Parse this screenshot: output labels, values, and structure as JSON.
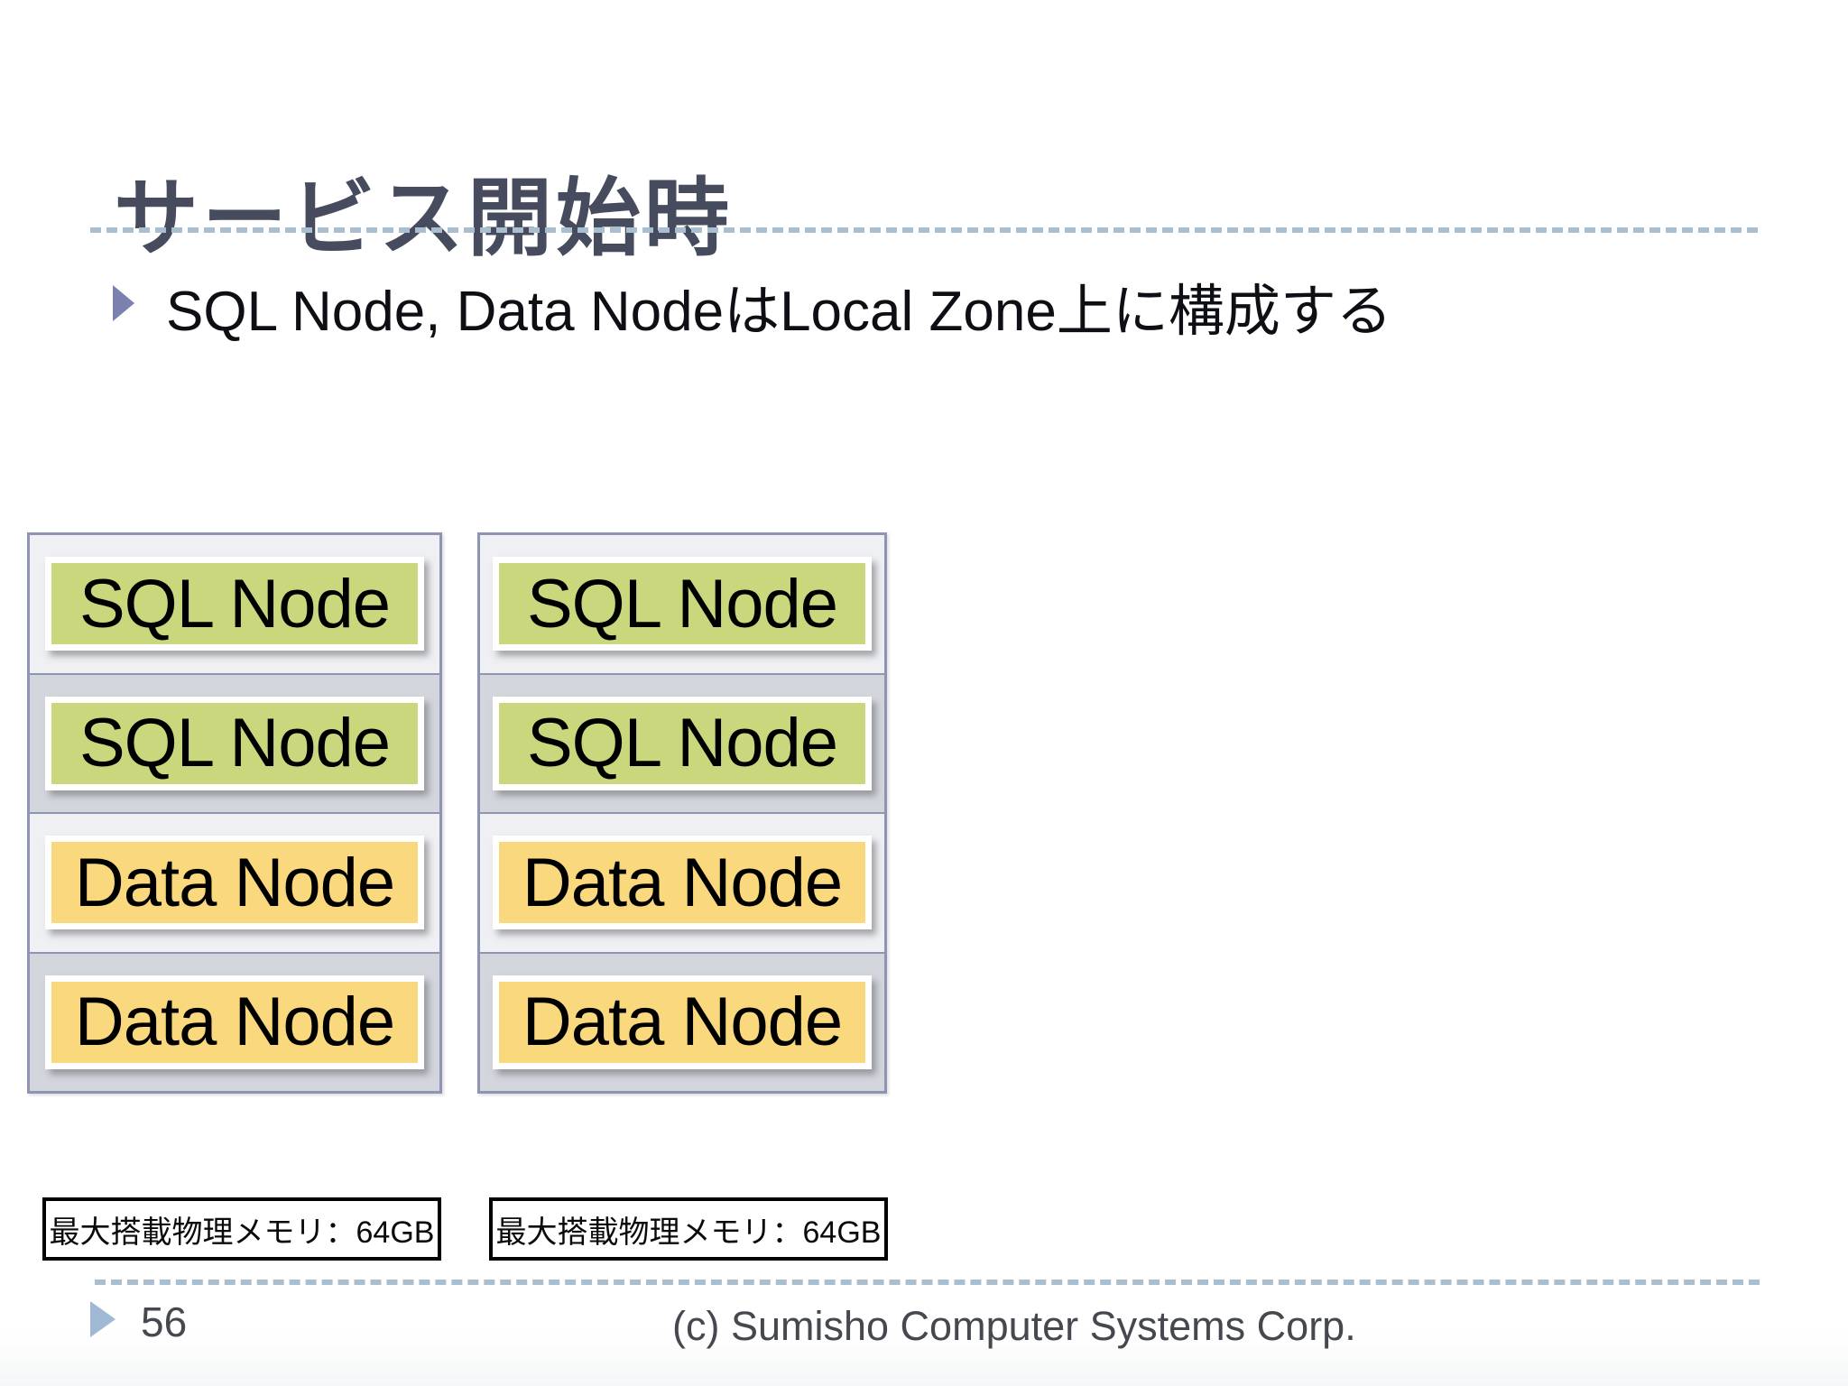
{
  "slide": {
    "title": "サービス開始時",
    "bullet_text": "SQL Node, Data NodeはLocal Zone上に構成する",
    "columns": [
      {
        "nodes": [
          "SQL Node",
          "SQL Node",
          "Data Node",
          "Data Node"
        ],
        "memory_label": "最大搭載物理メモリ：64GB"
      },
      {
        "nodes": [
          "SQL Node",
          "SQL Node",
          "Data Node",
          "Data Node"
        ],
        "memory_label": "最大搭載物理メモリ：64GB"
      }
    ],
    "footer": {
      "page_number": "56",
      "copyright": "(c) Sumisho Computer Systems Corp."
    },
    "colors": {
      "title_text": "#474b5e",
      "dashed_rule": "#a9becf",
      "bullet_marker": "#7b81ae",
      "footer_marker": "#9fb9d4",
      "sql_node_fill": "#cbd77d",
      "data_node_fill": "#fad87d",
      "row_light": "#eef0f3",
      "row_dark": "#d3d6dd",
      "container_border": "#8f94b2",
      "footer_text": "#45484e"
    }
  }
}
